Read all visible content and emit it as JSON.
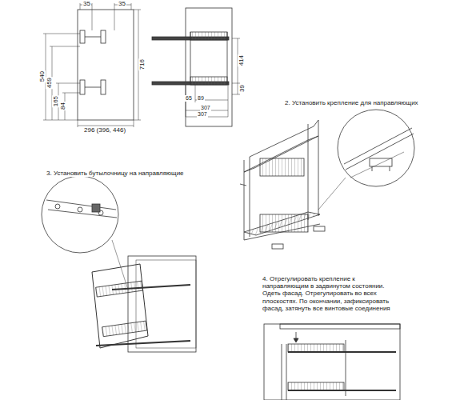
{
  "diagram": {
    "labels": [
      "35",
      "35",
      "716",
      "540",
      "459",
      "165",
      "84",
      "296 (396, 446)",
      "414",
      "39",
      "65",
      "89",
      "307",
      "307",
      "2. Установить крепление для направляющих",
      "3. Установить бутылочницу на направляющие",
      "4. Отрегулировать крепление к направляющим в задвинутом состоянии. Одеть фасад. Отрегулировать во всех плоскостях. По окончании, зафиксировать фасад, затянуть все винтовые соединения"
    ]
  }
}
